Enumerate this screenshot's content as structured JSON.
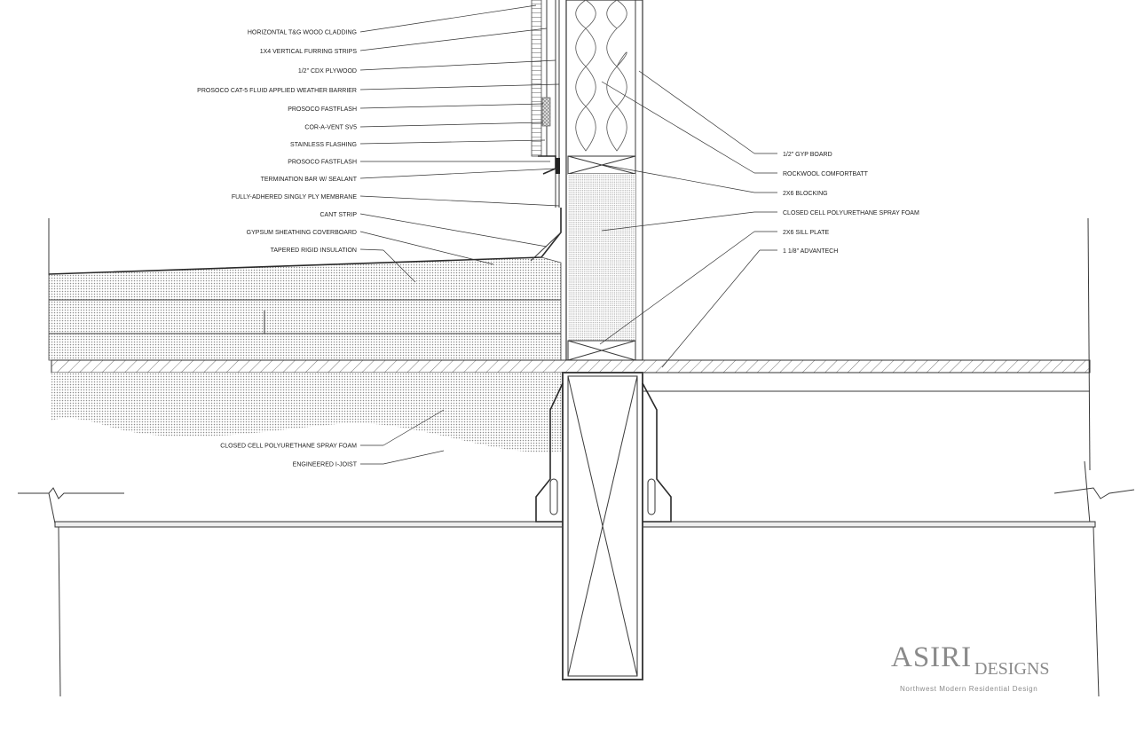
{
  "annotations_left": [
    "HORIZONTAL T&G WOOD CLADDING",
    "1X4 VERTICAL FURRING STRIPS",
    "1/2\" CDX PLYWOOD",
    "PROSOCO CAT-5 FLUID APPLIED WEATHER BARRIER",
    "PROSOCO FASTFLASH",
    "COR-A-VENT SV5",
    "STAINLESS FLASHING",
    "PROSOCO FASTFLASH",
    "TERMINATION BAR W/ SEALANT",
    "FULLY-ADHERED SINGLY PLY MEMBRANE",
    "CANT STRIP",
    "GYPSUM SHEATHING COVERBOARD",
    "TAPERED RIGID INSULATION"
  ],
  "annotations_right": [
    "1/2\" GYP BOARD",
    "ROCKWOOL COMFORTBATT",
    "2X6 BLOCKING",
    "CLOSED CELL POLYURETHANE SPRAY FOAM",
    "2X6 SILL PLATE",
    "1 1/8\" ADVANTECH"
  ],
  "annotations_lower": [
    "CLOSED CELL POLYURETHANE SPRAY FOAM",
    "ENGINEERED I-JOIST"
  ],
  "logo": {
    "main": "ASIRI",
    "sub": "DESIGNS",
    "tagline": "Northwest Modern Residential Design"
  },
  "colors": {
    "line": "#333333",
    "hatch_fill": "#9a9a9a",
    "logo": "#8a8a8a"
  }
}
